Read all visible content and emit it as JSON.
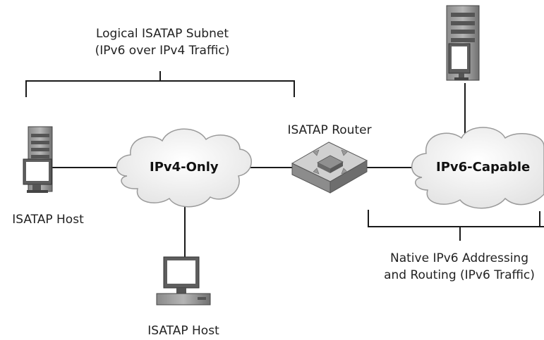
{
  "subnet_label": {
    "line1": "Logical ISATAP Subnet",
    "line2": "(IPv6 over IPv4 Traffic)"
  },
  "clouds": {
    "ipv4": "IPv4-Only",
    "ipv6": "IPv6-Capable"
  },
  "router": {
    "label": "ISATAP Router"
  },
  "hosts": {
    "left": "ISATAP Host",
    "bottom": "ISATAP Host"
  },
  "native_label": {
    "line1": "Native IPv6 Addressing",
    "line2": "and Routing (IPv6 Traffic)"
  },
  "colors": {
    "line": "#1a1a1a",
    "cloud_fill": "#f2f2f2",
    "cloud_stroke": "#9a9a9a",
    "device": "#6a6a6a"
  }
}
